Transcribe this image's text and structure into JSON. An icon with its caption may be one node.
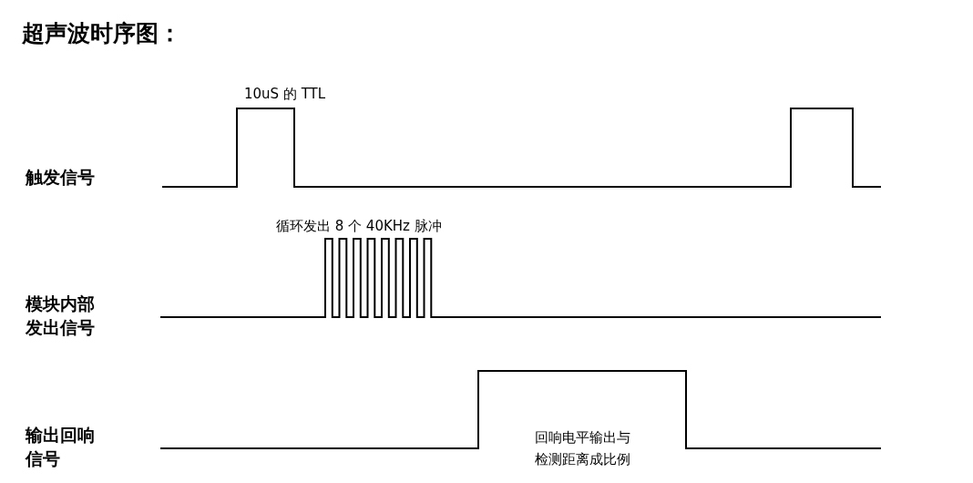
{
  "diagram": {
    "title": "超声波时序图：",
    "labels": [
      "10uS 的 TTL",
      "触发信号",
      "循环发出 8 个 40KHz 脉冲",
      "模块内部发出信号",
      "输出回响信号",
      "回响电平输出与检测距离成比例"
    ]
  }
}
